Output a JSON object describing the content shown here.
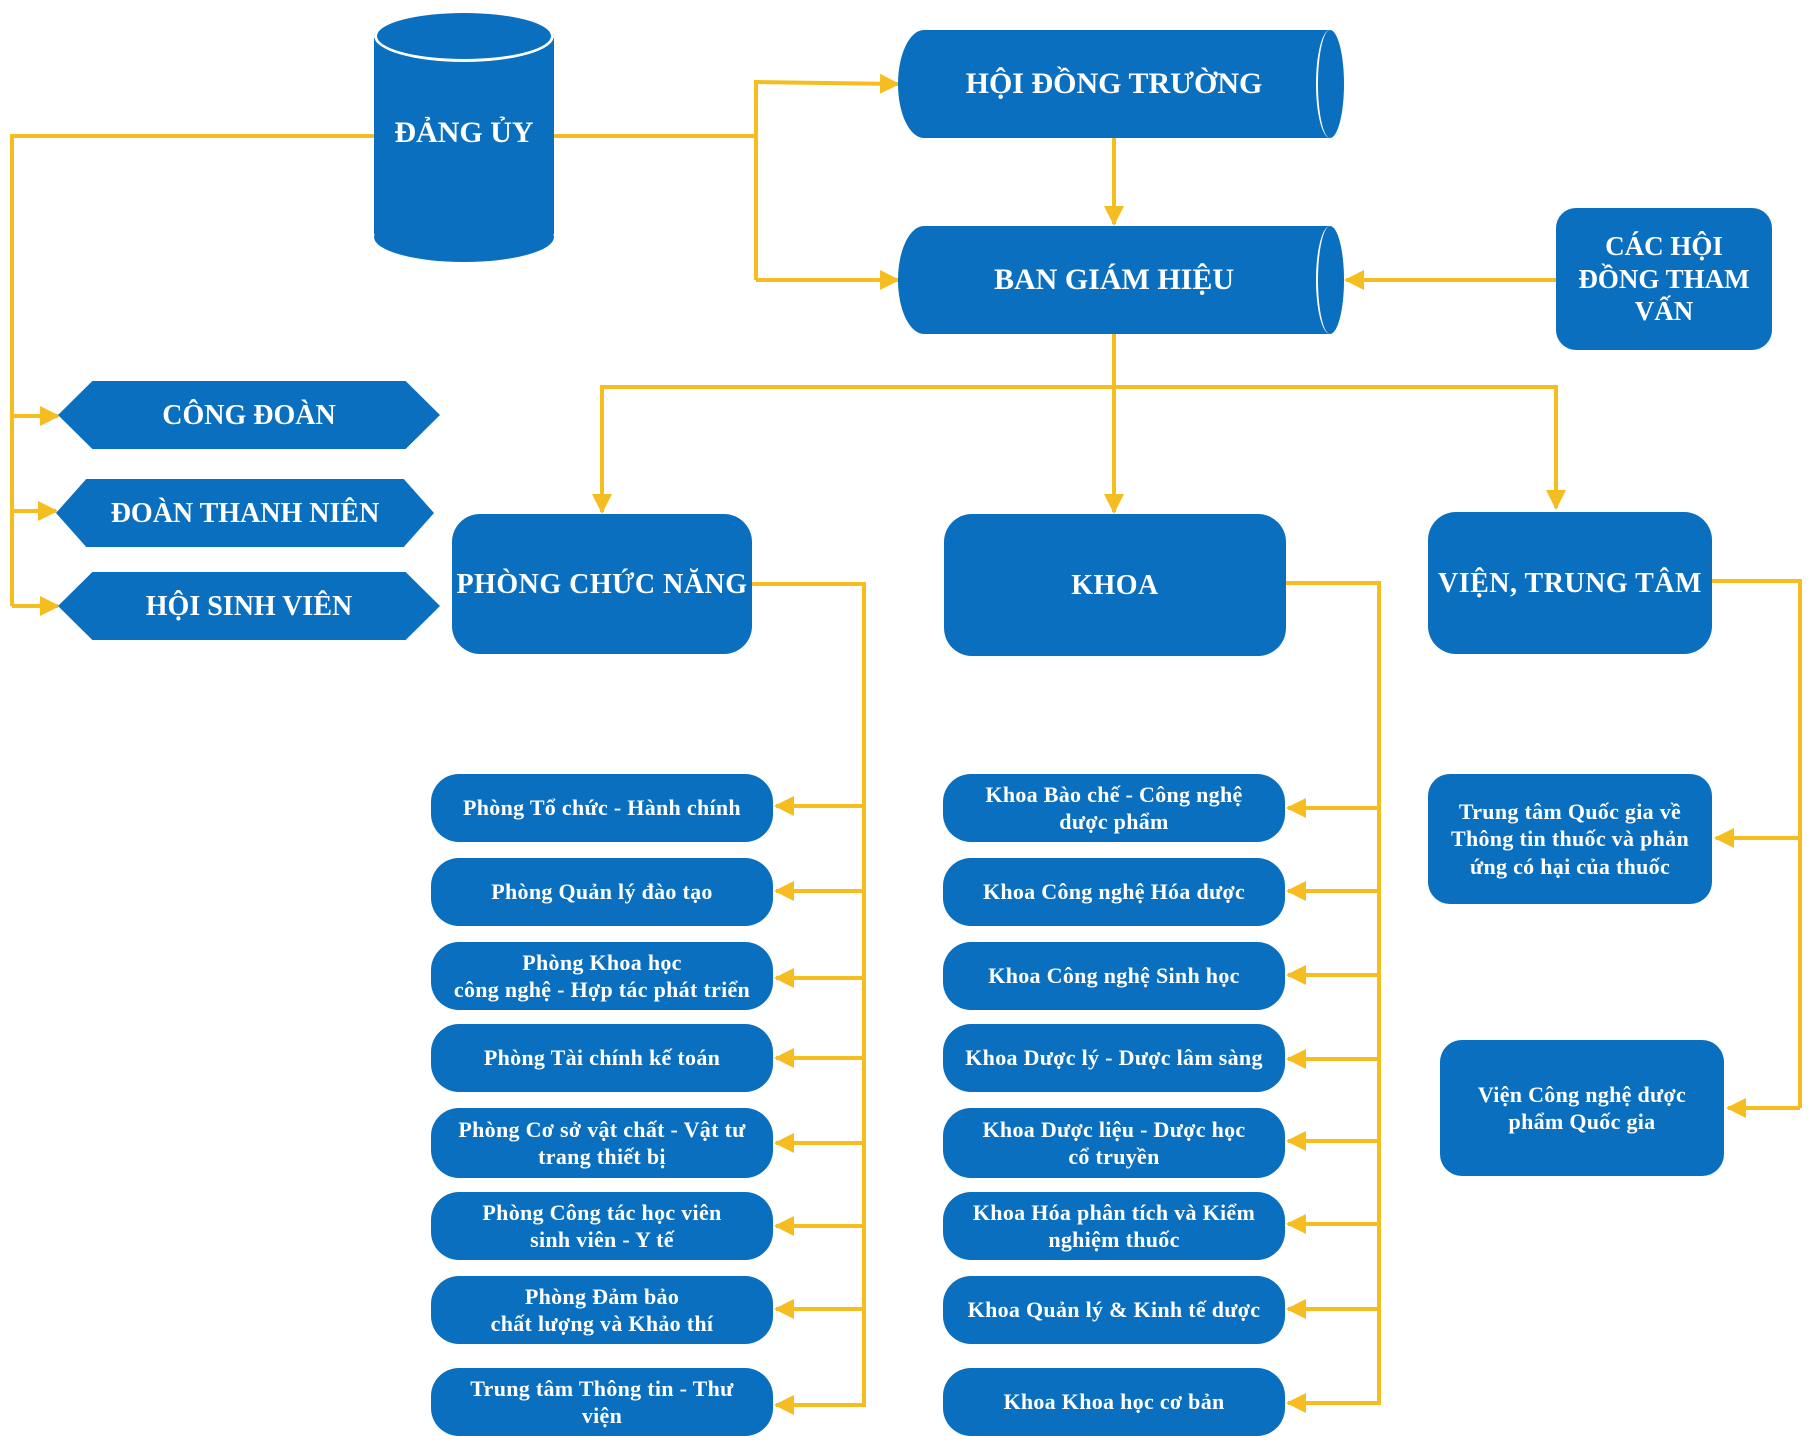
{
  "colors": {
    "box": "#0a6fbf",
    "connector": "#f5bd1f",
    "text": "#ffffff"
  },
  "nodes": {
    "dang_uy": "ĐẢNG ỦY",
    "hoi_dong_truong": "HỘI ĐỒNG TRƯỜNG",
    "ban_giam_hieu": "BAN GIÁM HIỆU",
    "cac_hoi_dong": "CÁC HỘI\nĐỒNG THAM\nVẤN",
    "cong_doan": "CÔNG ĐOÀN",
    "doan_thanh_nien": "ĐOÀN THANH NIÊN",
    "hoi_sinh_vien": "HỘI SINH VIÊN",
    "phong_chuc_nang": "PHÒNG CHỨC NĂNG",
    "khoa": "KHOA",
    "vien_trung_tam": "VIỆN, TRUNG TÂM"
  },
  "phong": [
    "Phòng Tổ chức - Hành chính",
    "Phòng Quản lý đào tạo",
    "Phòng Khoa học\ncông nghệ - Hợp tác phát triển",
    "Phòng Tài chính kế toán",
    "Phòng Cơ sở vật chất - Vật tư\ntrang thiết bị",
    "Phòng Công tác học viên\nsinh viên - Y tế",
    "Phòng Đảm bảo\nchất lượng và Khảo thí",
    "Trung tâm Thông tin - Thư\nviện"
  ],
  "khoa_list": [
    "Khoa Bào chế - Công nghệ\ndược phẩm",
    "Khoa Công nghệ Hóa dược",
    "Khoa Công nghệ Sinh học",
    "Khoa Dược lý - Dược lâm sàng",
    "Khoa Dược liệu - Dược học\ncổ truyền",
    "Khoa Hóa phân tích và Kiểm\nnghiệm thuốc",
    "Khoa Quản lý & Kinh tế dược",
    "Khoa Khoa học cơ bản"
  ],
  "vien_list": [
    "Trung tâm Quốc gia về\nThông tin thuốc và phản\nứng có hại của thuốc",
    "Viện Công nghệ dược\nphẩm Quốc gia"
  ]
}
